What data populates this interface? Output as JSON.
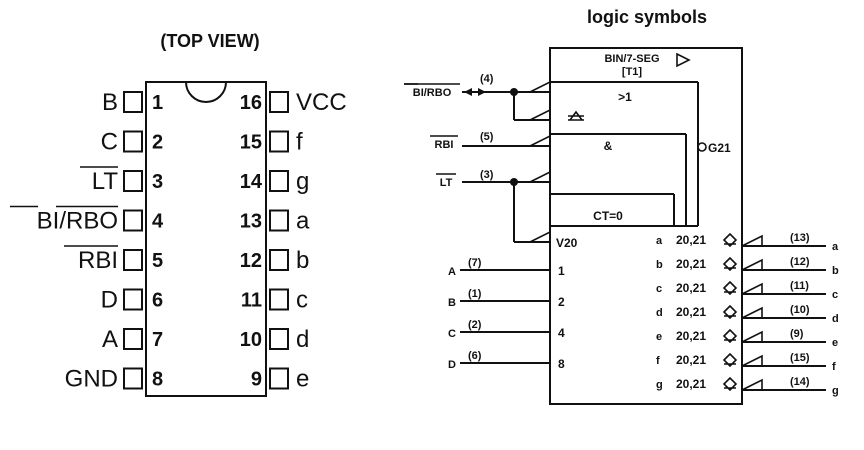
{
  "top_view": {
    "title": "(TOP VIEW)",
    "left_pins": [
      {
        "label": "B",
        "num": "1"
      },
      {
        "label": "C",
        "num": "2"
      },
      {
        "label": "LT",
        "num": "3"
      },
      {
        "label": "BI/RBO",
        "num": "4"
      },
      {
        "label": "RBI",
        "num": "5"
      },
      {
        "label": "D",
        "num": "6"
      },
      {
        "label": "A",
        "num": "7"
      },
      {
        "label": "GND",
        "num": "8"
      }
    ],
    "right_pins": [
      {
        "label": "VCC",
        "num": "16"
      },
      {
        "label": "f",
        "num": "15"
      },
      {
        "label": "g",
        "num": "14"
      },
      {
        "label": "a",
        "num": "13"
      },
      {
        "label": "b",
        "num": "12"
      },
      {
        "label": "c",
        "num": "11"
      },
      {
        "label": "d",
        "num": "10"
      },
      {
        "label": "e",
        "num": "9"
      }
    ]
  },
  "logic": {
    "title": "logic symbols",
    "function": "BIN/7-SEG",
    "t1": "[T1]",
    "gte1": ">1",
    "amp": "&",
    "g21": "G21",
    "ct0": "CT=0",
    "v20": "V20",
    "inputs_top": [
      {
        "label": "BI/RBO",
        "num": "(4)"
      },
      {
        "label": "RBI",
        "num": "(5)"
      },
      {
        "label": "LT",
        "num": "(3)"
      }
    ],
    "data_inputs": [
      {
        "label": "A",
        "num": "(7)",
        "weight": "1"
      },
      {
        "label": "B",
        "num": "(1)",
        "weight": "2"
      },
      {
        "label": "C",
        "num": "(2)",
        "weight": "4"
      },
      {
        "label": "D",
        "num": "(6)",
        "weight": "8"
      }
    ],
    "outputs": [
      {
        "seg": "a",
        "dep": "20,21",
        "num": "(13)",
        "label": "a"
      },
      {
        "seg": "b",
        "dep": "20,21",
        "num": "(12)",
        "label": "b"
      },
      {
        "seg": "c",
        "dep": "20,21",
        "num": "(11)",
        "label": "c"
      },
      {
        "seg": "d",
        "dep": "20,21",
        "num": "(10)",
        "label": "d"
      },
      {
        "seg": "e",
        "dep": "20,21",
        "num": "(9)",
        "label": "e"
      },
      {
        "seg": "f",
        "dep": "20,21",
        "num": "(15)",
        "label": "f"
      },
      {
        "seg": "g",
        "dep": "20,21",
        "num": "(14)",
        "label": "g"
      }
    ]
  }
}
